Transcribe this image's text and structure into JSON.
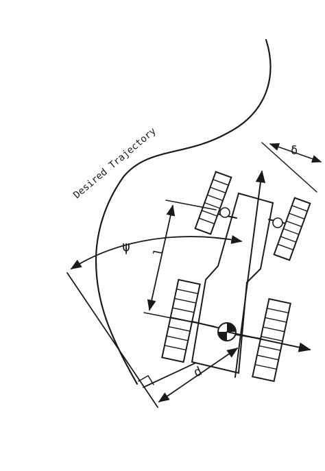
{
  "diagram": {
    "trajectory_label": "Desired Trajectory",
    "symbols": {
      "heading_error": "ψ",
      "steer_angle": "δ",
      "wheelbase": "l",
      "lateral_offset": "d"
    },
    "colors": {
      "ink": "#1a1a1a",
      "paper": "#ffffff"
    }
  }
}
